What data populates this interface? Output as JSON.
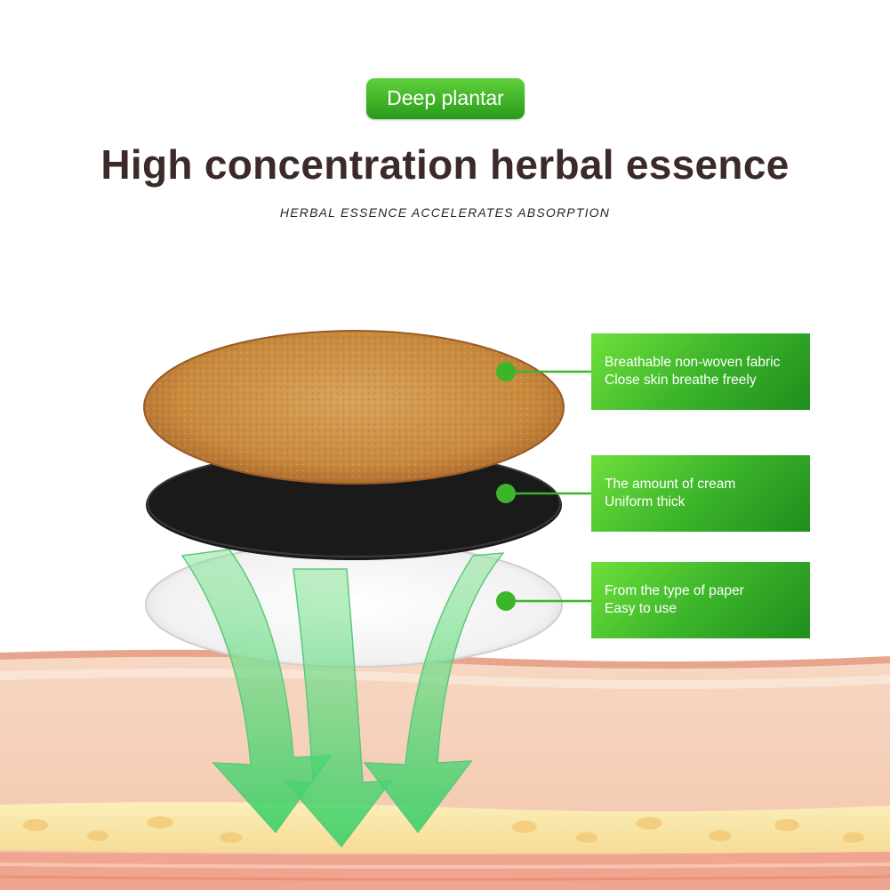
{
  "header": {
    "badge": "Deep plantar",
    "title": "High concentration herbal essence",
    "subtitle": "HERBAL ESSENCE ACCELERATES ABSORPTION"
  },
  "callouts": [
    {
      "line1": "Breathable non-woven fabric",
      "line2": "Close skin breathe freely"
    },
    {
      "line1": "The amount of cream",
      "line2": "Uniform thick"
    },
    {
      "line1": "From the type of paper",
      "line2": "Easy to use"
    }
  ],
  "colors": {
    "accent_green": "#3cb52a",
    "title_brown": "#3b2a28",
    "fabric_orange": "#c7893a",
    "skin": "#f6d0b8"
  }
}
